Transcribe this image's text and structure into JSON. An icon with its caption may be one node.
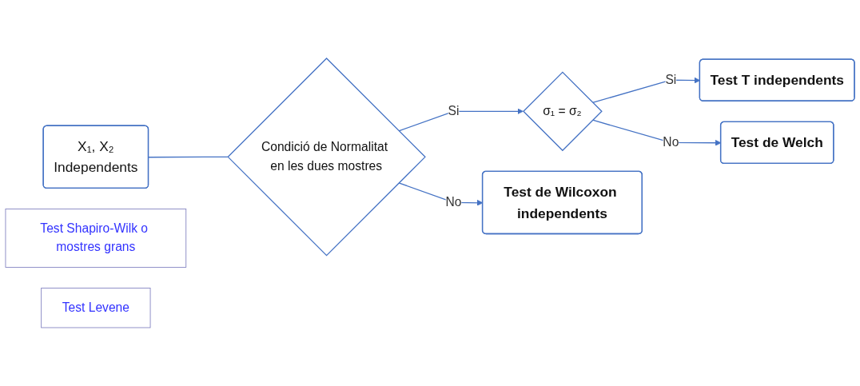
{
  "diagram": {
    "nodes": [
      {
        "text": [
          "X₁, X₂",
          "Independents"
        ]
      },
      {
        "text": [
          "Test Shapiro-Wilk o mostres grans"
        ]
      },
      {
        "text": [
          "Condició de Normalitat en les dues mostres"
        ]
      },
      {
        "text": [
          "Test Levene"
        ]
      },
      {
        "text": [
          "σ₁ = σ₂"
        ]
      },
      {
        "text": [
          "Test T independents"
        ]
      },
      {
        "text": [
          "Test de Welch"
        ]
      },
      {
        "text": [
          "Test de Wilcoxon independents"
        ]
      }
    ],
    "edges": [
      {
        "from": 0,
        "to": 2,
        "arrow": "none"
      },
      {
        "from": 2,
        "to": 4,
        "arrow": "to",
        "label": "Si"
      },
      {
        "from": 2,
        "to": 7,
        "arrow": "to",
        "label": "No"
      },
      {
        "from": 4,
        "to": 5,
        "arrow": "to",
        "label": "Si"
      },
      {
        "from": 4,
        "to": 6,
        "arrow": "to",
        "label": "No"
      }
    ]
  }
}
